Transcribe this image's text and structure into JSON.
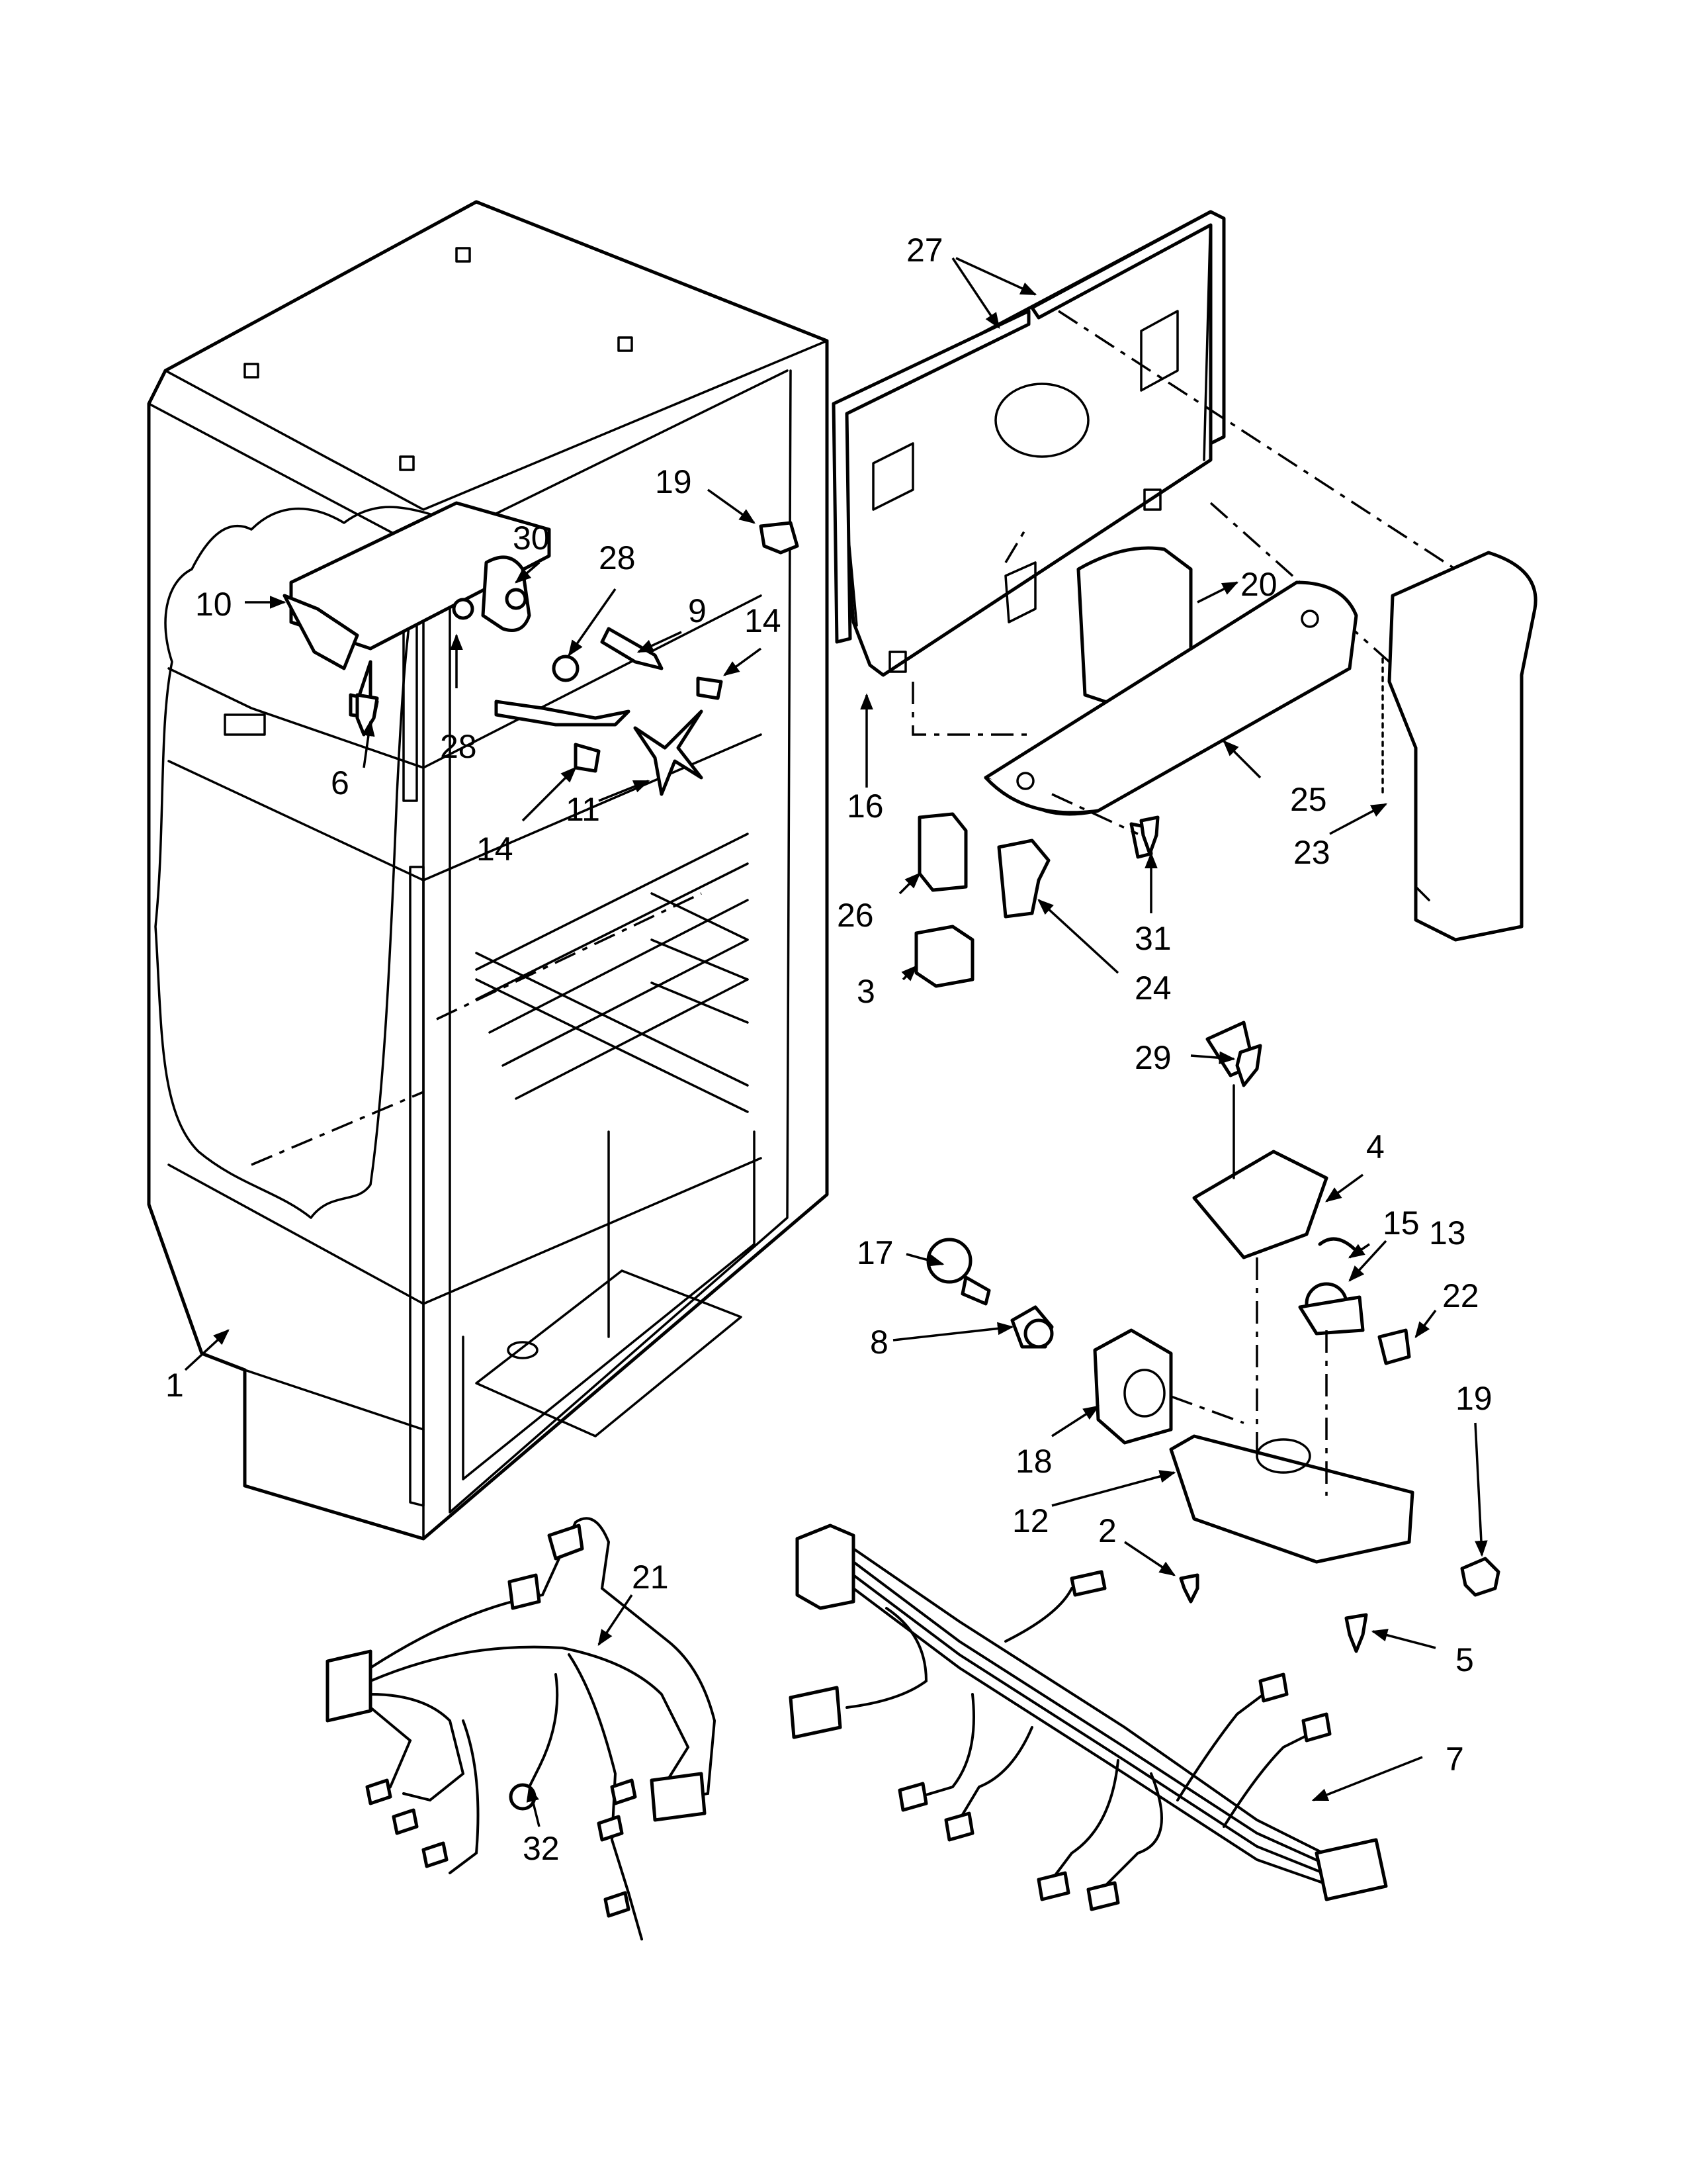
{
  "callouts": {
    "c1": "1",
    "c2": "2",
    "c3": "3",
    "c4": "4",
    "c5": "5",
    "c6": "6",
    "c7": "7",
    "c8": "8",
    "c9": "9",
    "c10": "10",
    "c11": "11",
    "c12": "12",
    "c13": "13",
    "c14a": "14",
    "c14b": "14",
    "c15": "15",
    "c16": "16",
    "c17": "17",
    "c18": "18",
    "c19a": "19",
    "c19b": "19",
    "c20": "20",
    "c21": "21",
    "c22": "22",
    "c23": "23",
    "c24": "24",
    "c25": "25",
    "c26": "26",
    "c27": "27",
    "c28a": "28",
    "c28b": "28",
    "c29": "29",
    "c30": "30",
    "c31": "31",
    "c32": "32"
  },
  "style": {
    "ink": "#000000",
    "paper": "#ffffff"
  }
}
